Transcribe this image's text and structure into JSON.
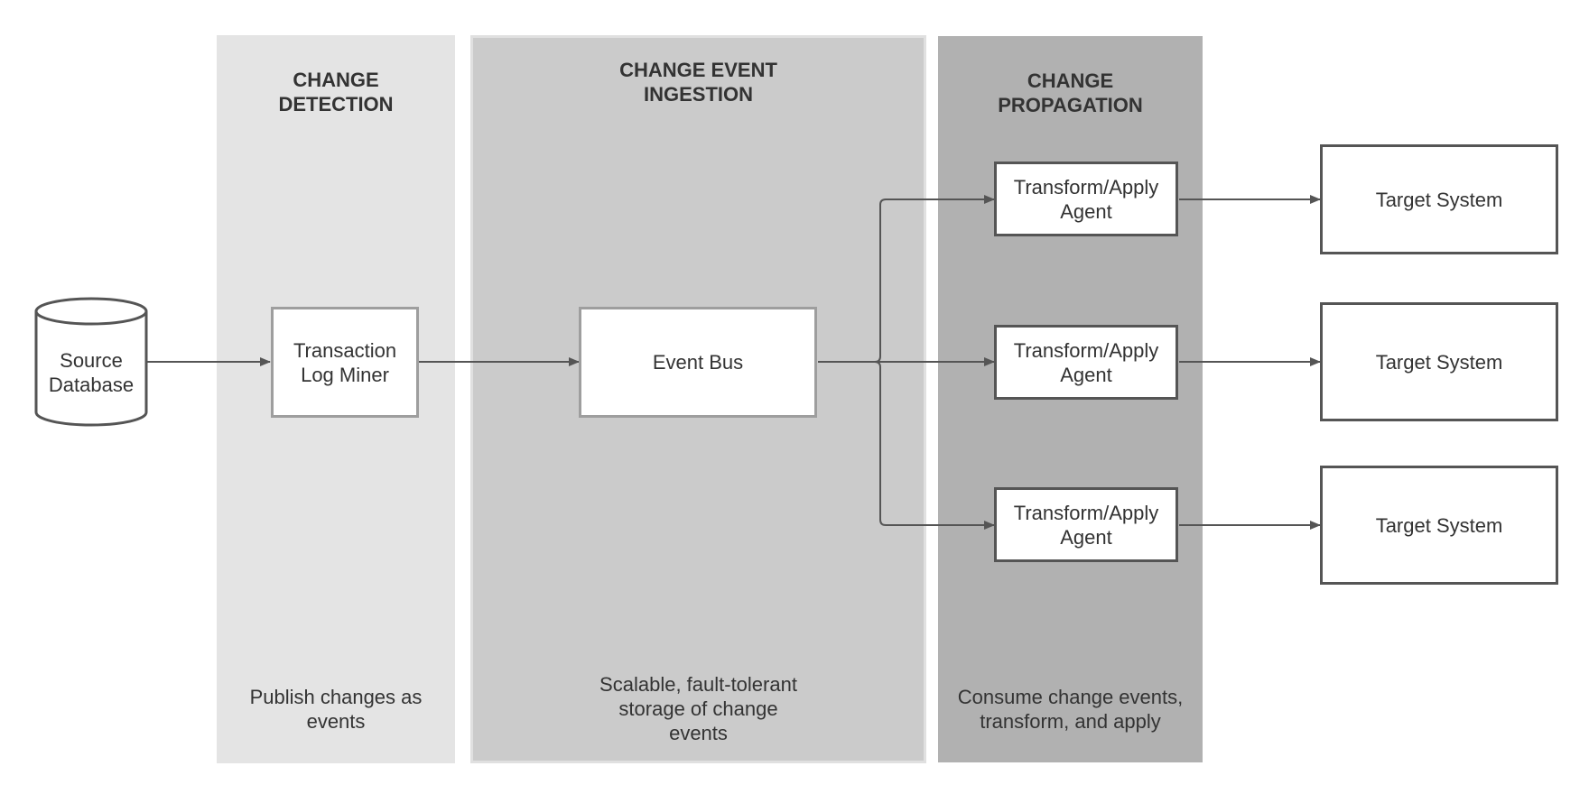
{
  "lanes": {
    "detection": {
      "title": "CHANGE\nDETECTION",
      "caption": "Publish changes as\nevents",
      "color": "#e4e4e4"
    },
    "ingestion": {
      "title": "CHANGE EVENT\nINGESTION",
      "caption": "Scalable, fault-tolerant\nstorage of change\nevents",
      "color": "#cbcbcb"
    },
    "propagation": {
      "title": "CHANGE\nPROPAGATION",
      "caption": "Consume change events,\ntransform, and apply",
      "color": "#b1b1b1"
    }
  },
  "nodes": {
    "source_db": "Source\nDatabase",
    "log_miner": "Transaction\nLog Miner",
    "event_bus": "Event Bus",
    "agents": [
      "Transform/Apply\nAgent",
      "Transform/Apply\nAgent",
      "Transform/Apply\nAgent"
    ],
    "targets": [
      "Target System",
      "Target System",
      "Target System"
    ]
  },
  "colors": {
    "connector": "#555555",
    "node_border_light": "#9e9e9e",
    "node_border_dark": "#555555",
    "text": "#333333"
  }
}
